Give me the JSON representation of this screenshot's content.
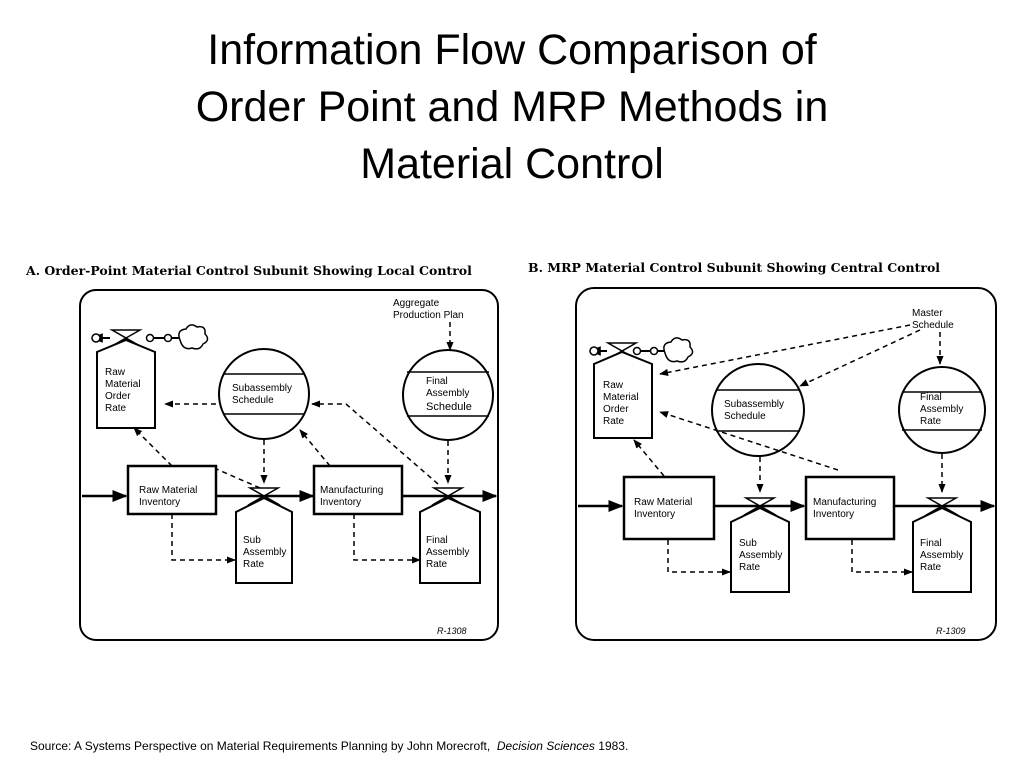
{
  "title": {
    "line1": "Information Flow Comparison of",
    "line2": "Order Point and MRP Methods in",
    "line3": "Material Control"
  },
  "panel_a": {
    "title": "A. Order-Point Material Control Subunit Showing Local Control",
    "aggregate_plan": [
      "Aggregate",
      "Production  Plan"
    ],
    "raw_order_rate": [
      "Raw",
      "Material",
      "Order",
      "Rate"
    ],
    "subassembly_schedule": [
      "Subassembly",
      "Schedule"
    ],
    "final_assembly_schedule": [
      "Final",
      "Assembly",
      "Schedule"
    ],
    "raw_inventory": [
      "Raw Material",
      "Inventory"
    ],
    "manufacturing_inventory": [
      "Manufacturing",
      "Inventory"
    ],
    "sub_assembly_rate": [
      "Sub",
      "Assembly",
      "Rate"
    ],
    "final_assembly_rate": [
      "Final",
      "Assembly",
      "Rate"
    ],
    "ref": "R-1308"
  },
  "panel_b": {
    "title": "B. MRP Material Control Subunit Showing Central Control",
    "master_schedule": [
      "Master",
      "Schedule"
    ],
    "raw_order_rate": [
      "Raw",
      "Material",
      "Order",
      "Rate"
    ],
    "subassembly_schedule": [
      "Subassembly",
      "Schedule"
    ],
    "final_assembly_rate_schedule": [
      "Final",
      "Assembly",
      "Rate"
    ],
    "raw_inventory": [
      "Raw Material",
      "Inventory"
    ],
    "manufacturing_inventory": [
      "Manufacturing",
      "Inventory"
    ],
    "sub_assembly_rate": [
      "Sub",
      "Assembly",
      "Rate"
    ],
    "final_assembly_rate": [
      "Final",
      "Assembly",
      "Rate"
    ],
    "ref": "R-1309"
  },
  "source": {
    "prefix": "Source:  A Systems Perspective on Material Requirements Planning by John Morecroft,",
    "journal": "Decision Sciences",
    "year": "1983."
  }
}
